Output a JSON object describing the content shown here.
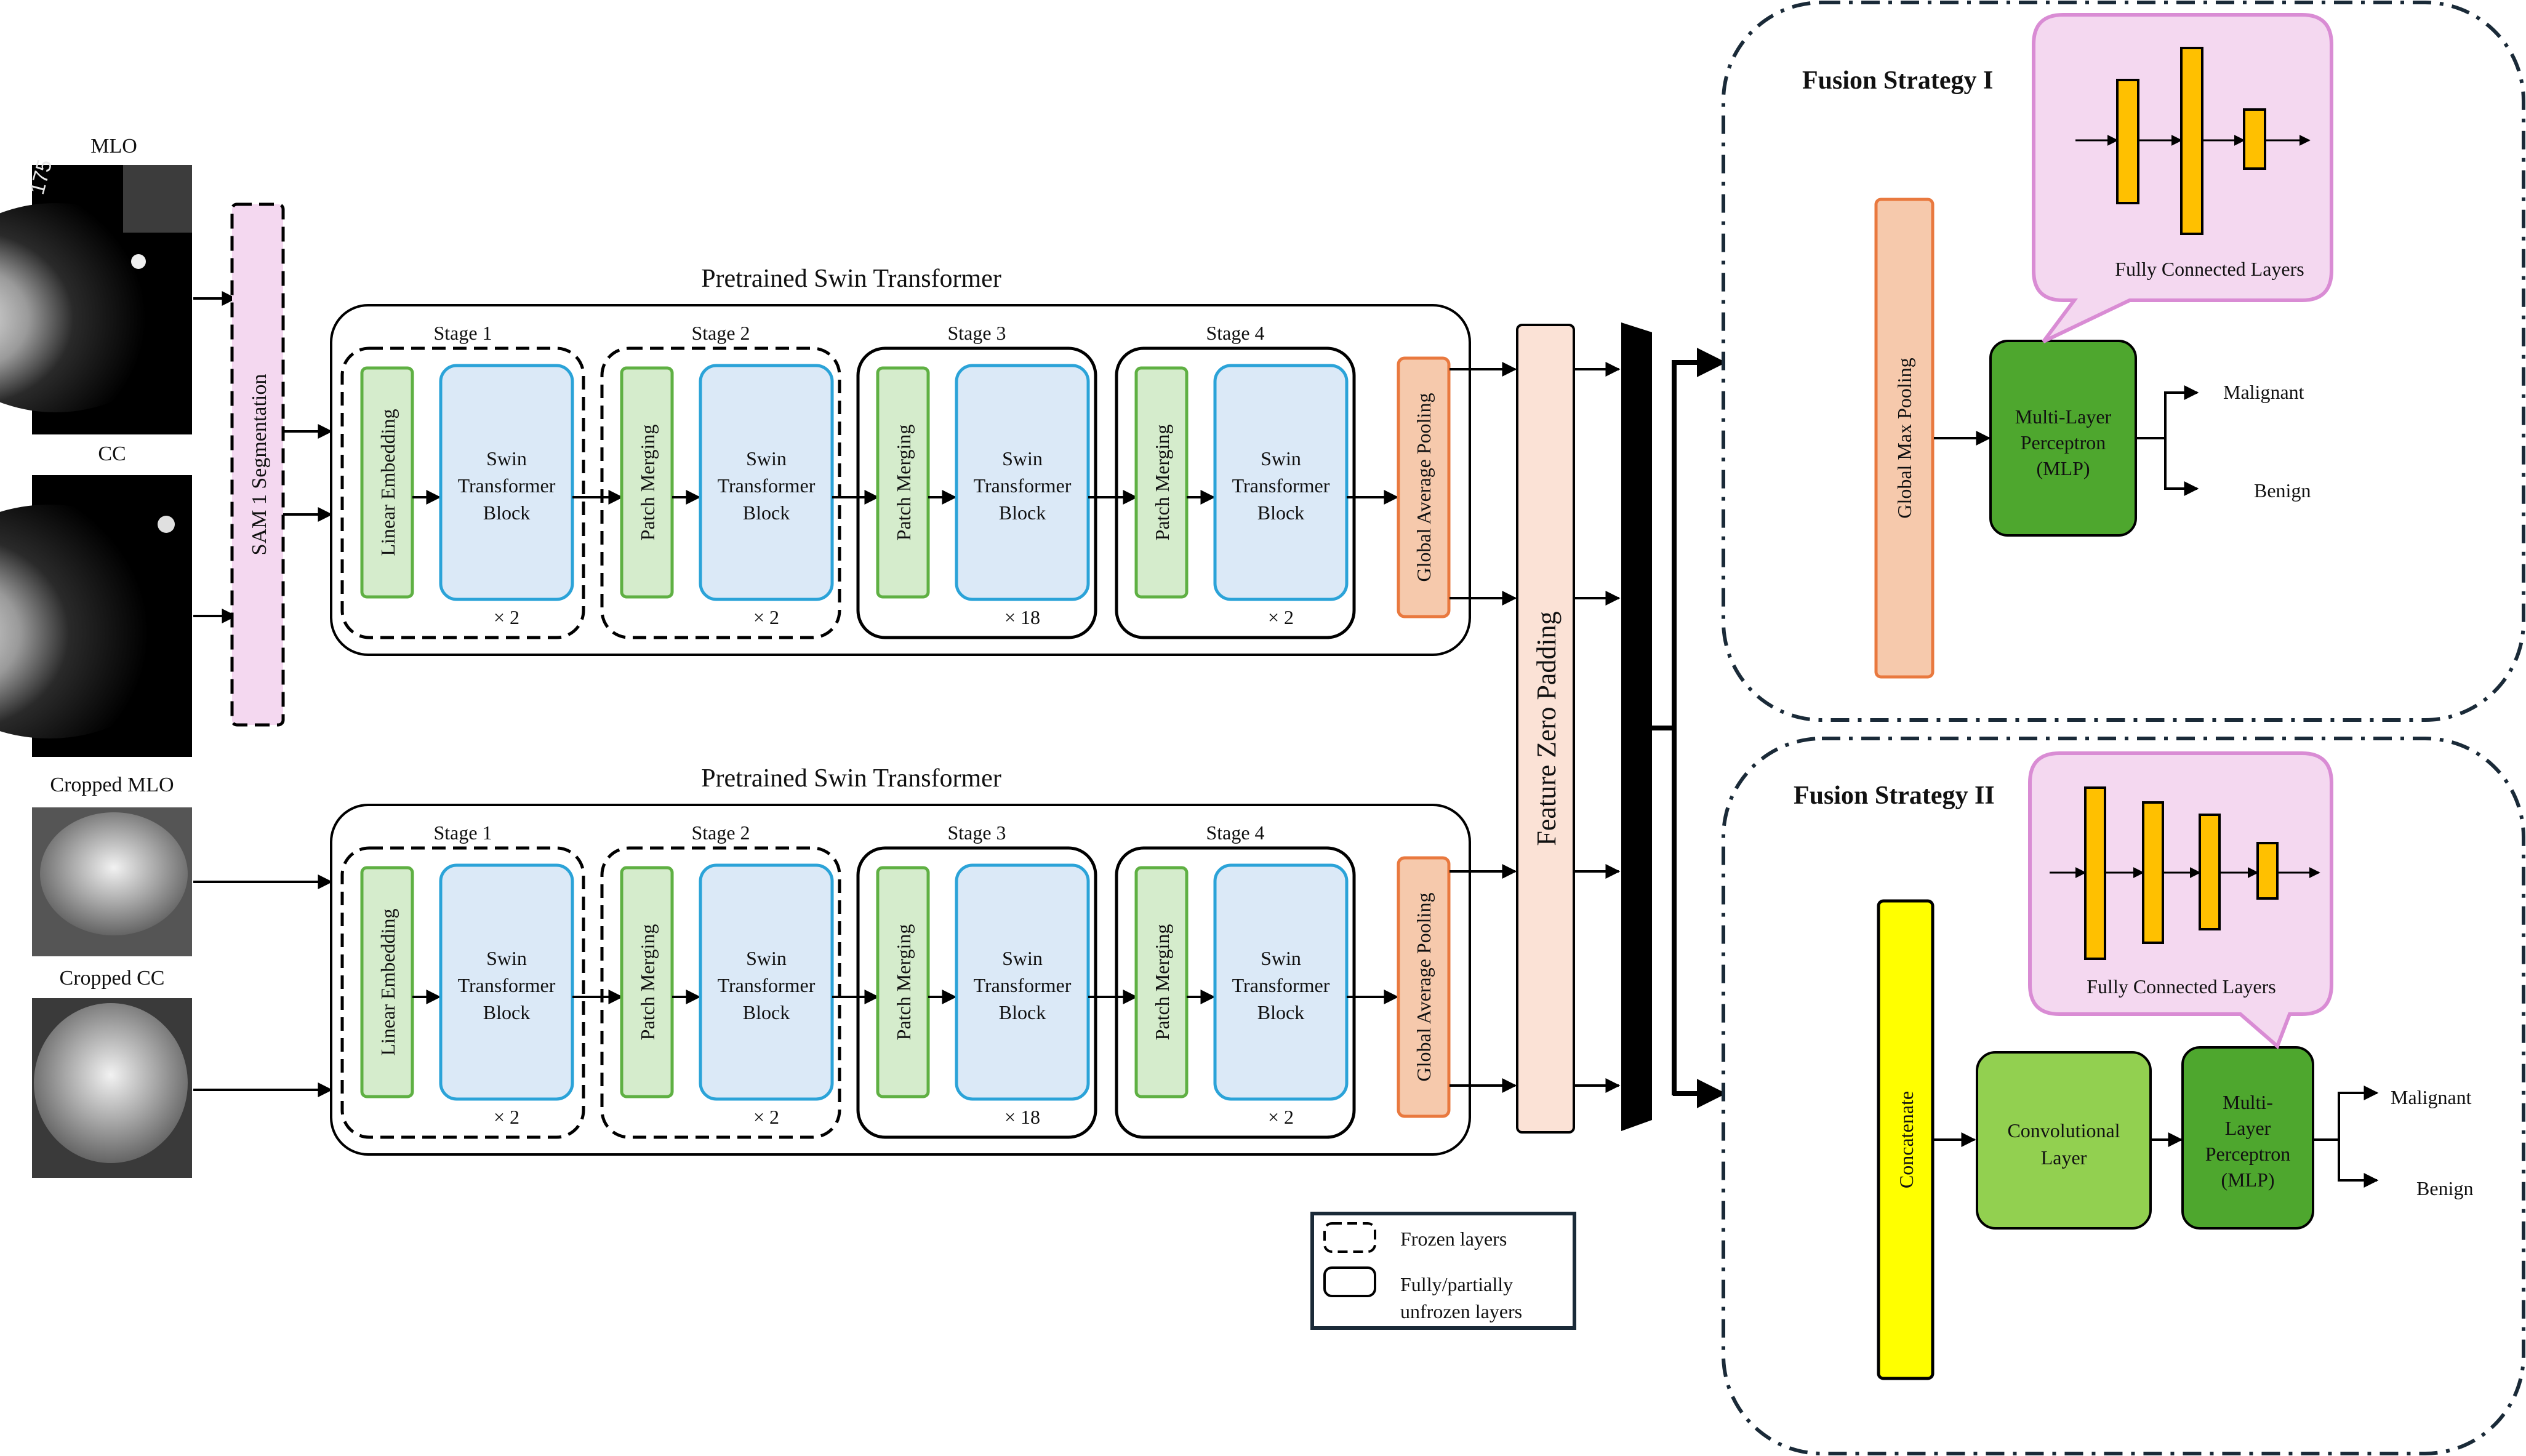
{
  "inputs": {
    "mlo": "MLO",
    "cc": "CC",
    "cropped_mlo": "Cropped MLO",
    "cropped_cc": "Cropped CC"
  },
  "sam": "SAM 1 Segmentation",
  "swin": {
    "title": "Pretrained Swin Transformer",
    "stages": [
      "Stage 1",
      "Stage 2",
      "Stage 3",
      "Stage 4"
    ],
    "embed_labels": [
      "Linear Embedding",
      "Patch Merging",
      "Patch Merging",
      "Patch Merging"
    ],
    "block_lines": [
      "Swin",
      "Transformer",
      "Block"
    ],
    "multipliers": [
      "× 2",
      "× 2",
      "× 18",
      "× 2"
    ],
    "gap": "Global Average Pooling"
  },
  "feature_zero_padding": "Feature Zero Padding",
  "legend": {
    "frozen": "Frozen layers",
    "unfrozen_line1": "Fully/partially",
    "unfrozen_line2": "unfrozen layers"
  },
  "fusion1": {
    "title": "Fusion Strategy I",
    "pool": "Global Max Pooling",
    "mlp_lines": [
      "Multi-Layer",
      "Perceptron",
      "(MLP)"
    ],
    "fc": "Fully Connected Layers",
    "malignant": "Malignant",
    "benign": "Benign"
  },
  "fusion2": {
    "title": "Fusion Strategy II",
    "concat": "Concatenate",
    "conv_lines": [
      "Convolutional",
      "Layer"
    ],
    "mlp_lines": [
      "Multi-",
      "Layer",
      "Perceptron",
      "(MLP)"
    ],
    "fc": "Fully Connected Layers",
    "malignant": "Malignant",
    "benign": "Benign"
  },
  "colors": {
    "green_light": "#d5eccc",
    "green_border": "#5fb043",
    "blue_fill": "#dbe9f7",
    "blue_border": "#2ba3d8",
    "orange_fill": "#f6c9ac",
    "orange_border": "#e9793f",
    "pink_fill": "#f4d8f0",
    "pink_border": "#d98cd4",
    "peach_fill": "#fbe2d6",
    "mlp_green": "#4ea72e",
    "conv_green": "#92d050",
    "yellow": "#ffff00",
    "fc_bar": "#ffc000"
  }
}
